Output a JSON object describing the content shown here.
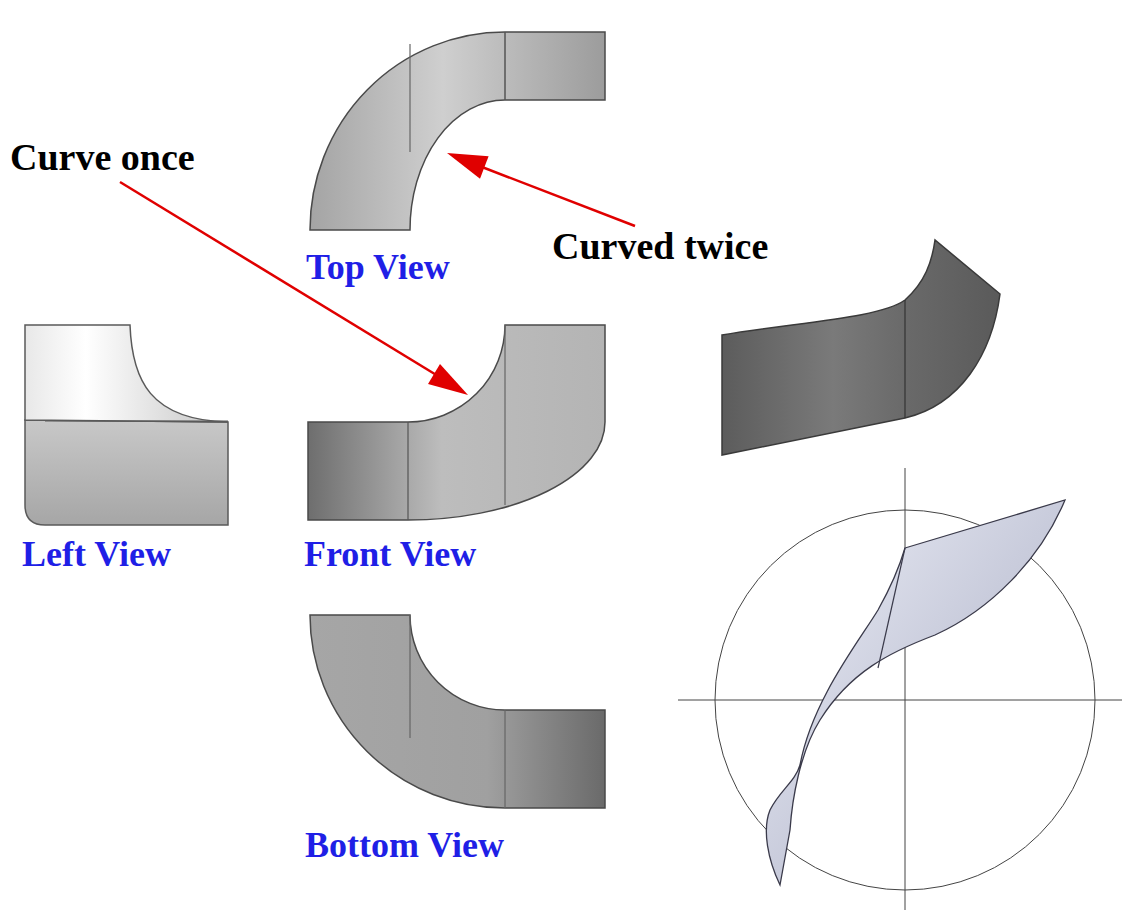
{
  "diagram": {
    "labels": [
      "Curve once",
      "Curved twice",
      "Top View",
      "Left View",
      "Front View",
      "Bottom View"
    ]
  }
}
